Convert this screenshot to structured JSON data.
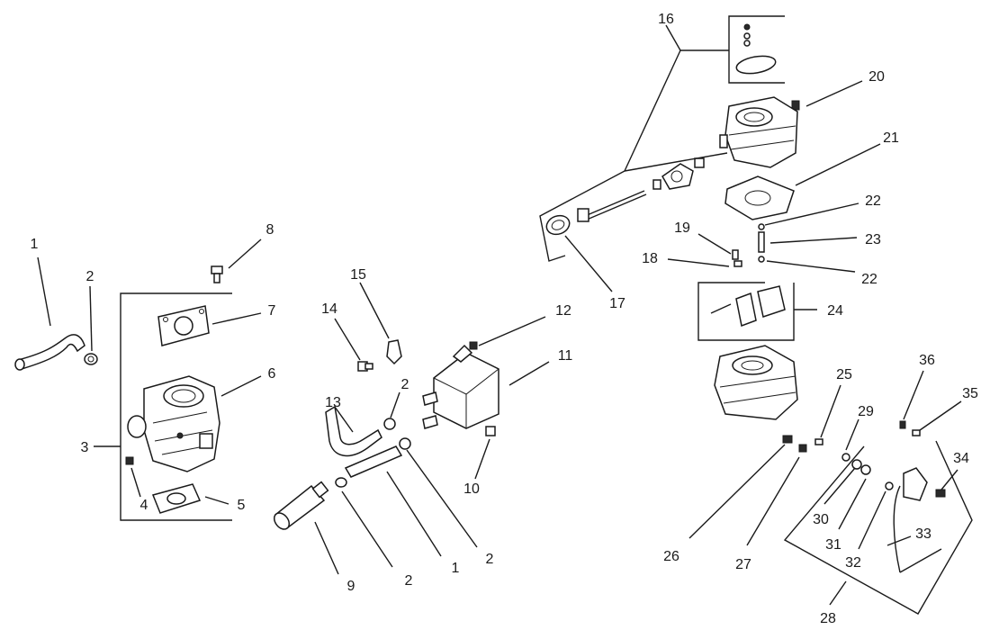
{
  "labels": [
    "1",
    "2",
    "3",
    "4",
    "5",
    "6",
    "7",
    "8",
    "9",
    "2",
    "1",
    "2",
    "10",
    "11",
    "12",
    "13",
    "14",
    "15",
    "2",
    "16",
    "17",
    "18",
    "19",
    "20",
    "21",
    "22",
    "23",
    "22",
    "24",
    "25",
    "26",
    "27",
    "28",
    "29",
    "30",
    "31",
    "32",
    "33",
    "34",
    "35",
    "36"
  ]
}
